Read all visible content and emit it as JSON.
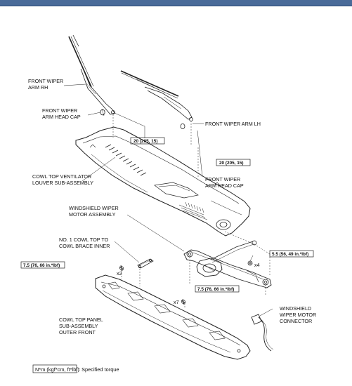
{
  "labels": {
    "wiper_arm_rh": [
      "FRONT WIPER",
      "ARM RH"
    ],
    "head_cap_rh": [
      "FRONT WIPER",
      "ARM HEAD CAP"
    ],
    "wiper_arm_lh": "FRONT WIPER ARM LH",
    "head_cap_lh": [
      "FRONT WIPER",
      "ARM HEAD CAP"
    ],
    "cowl_louver": [
      "COWL TOP VENTILATOR",
      "LOUVER SUB-ASSEMBLY"
    ],
    "motor_assembly": [
      "WINDSHIELD WIPER",
      "MOTOR ASSEMBLY"
    ],
    "cowl_brace": [
      "NO. 1 COWL TOP TO",
      "COWL BRACE INNER"
    ],
    "cowl_panel": [
      "COWL TOP PANEL",
      "SUB-ASSEMBLY",
      "OUTER FRONT"
    ],
    "motor_connector": [
      "WINDSHIELD",
      "WIPER MOTOR",
      "CONNECTOR"
    ]
  },
  "torques": {
    "arm_rh": "20 (205, 15)",
    "arm_lh": "20 (205, 15)",
    "motor_bolts": "5.5 (56, 49 in.*lbf)",
    "brace_left": "7.5 (76, 66 in.*lbf)",
    "brace_right": "7.5 (76, 66 in.*lbf)"
  },
  "quantities": {
    "motor_bolts": "x4",
    "brace_left": "x2",
    "brace_right": "x7"
  },
  "legend": {
    "unit_box": "N*m (kgf*cm, ft*lbf)",
    "description": ": Specified torque"
  },
  "colors": {
    "header_bar": "#4a6b99",
    "line": "#222222"
  }
}
